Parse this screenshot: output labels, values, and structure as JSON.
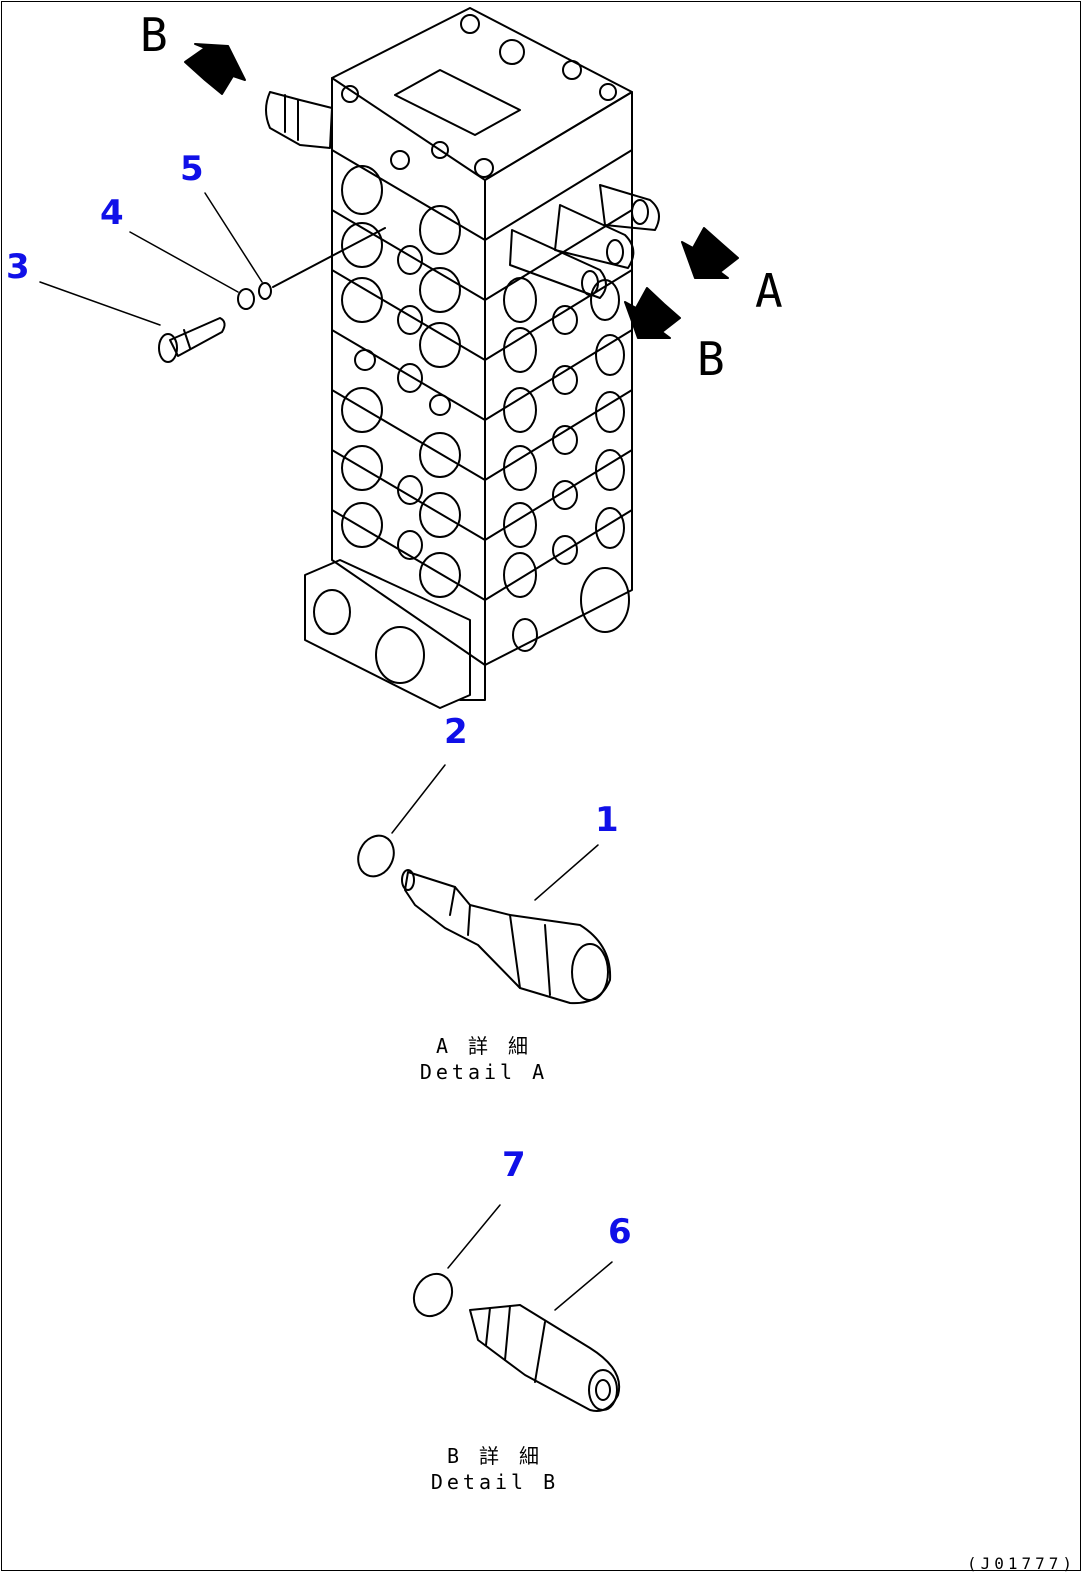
{
  "callouts": {
    "c1": "1",
    "c2": "2",
    "c3": "3",
    "c4": "4",
    "c5": "5",
    "c6": "6",
    "c7": "7"
  },
  "view_letters": {
    "b_top": "B",
    "a_right": "A",
    "b_right": "B"
  },
  "captions": {
    "detail_a_jp": "A 詳 細",
    "detail_a_en": "Detail A",
    "detail_b_jp": "B 詳 細",
    "detail_b_en": "Detail B"
  },
  "drawing_code": "(J01777)",
  "colors": {
    "callout": "#1010e8",
    "line": "#000000"
  }
}
